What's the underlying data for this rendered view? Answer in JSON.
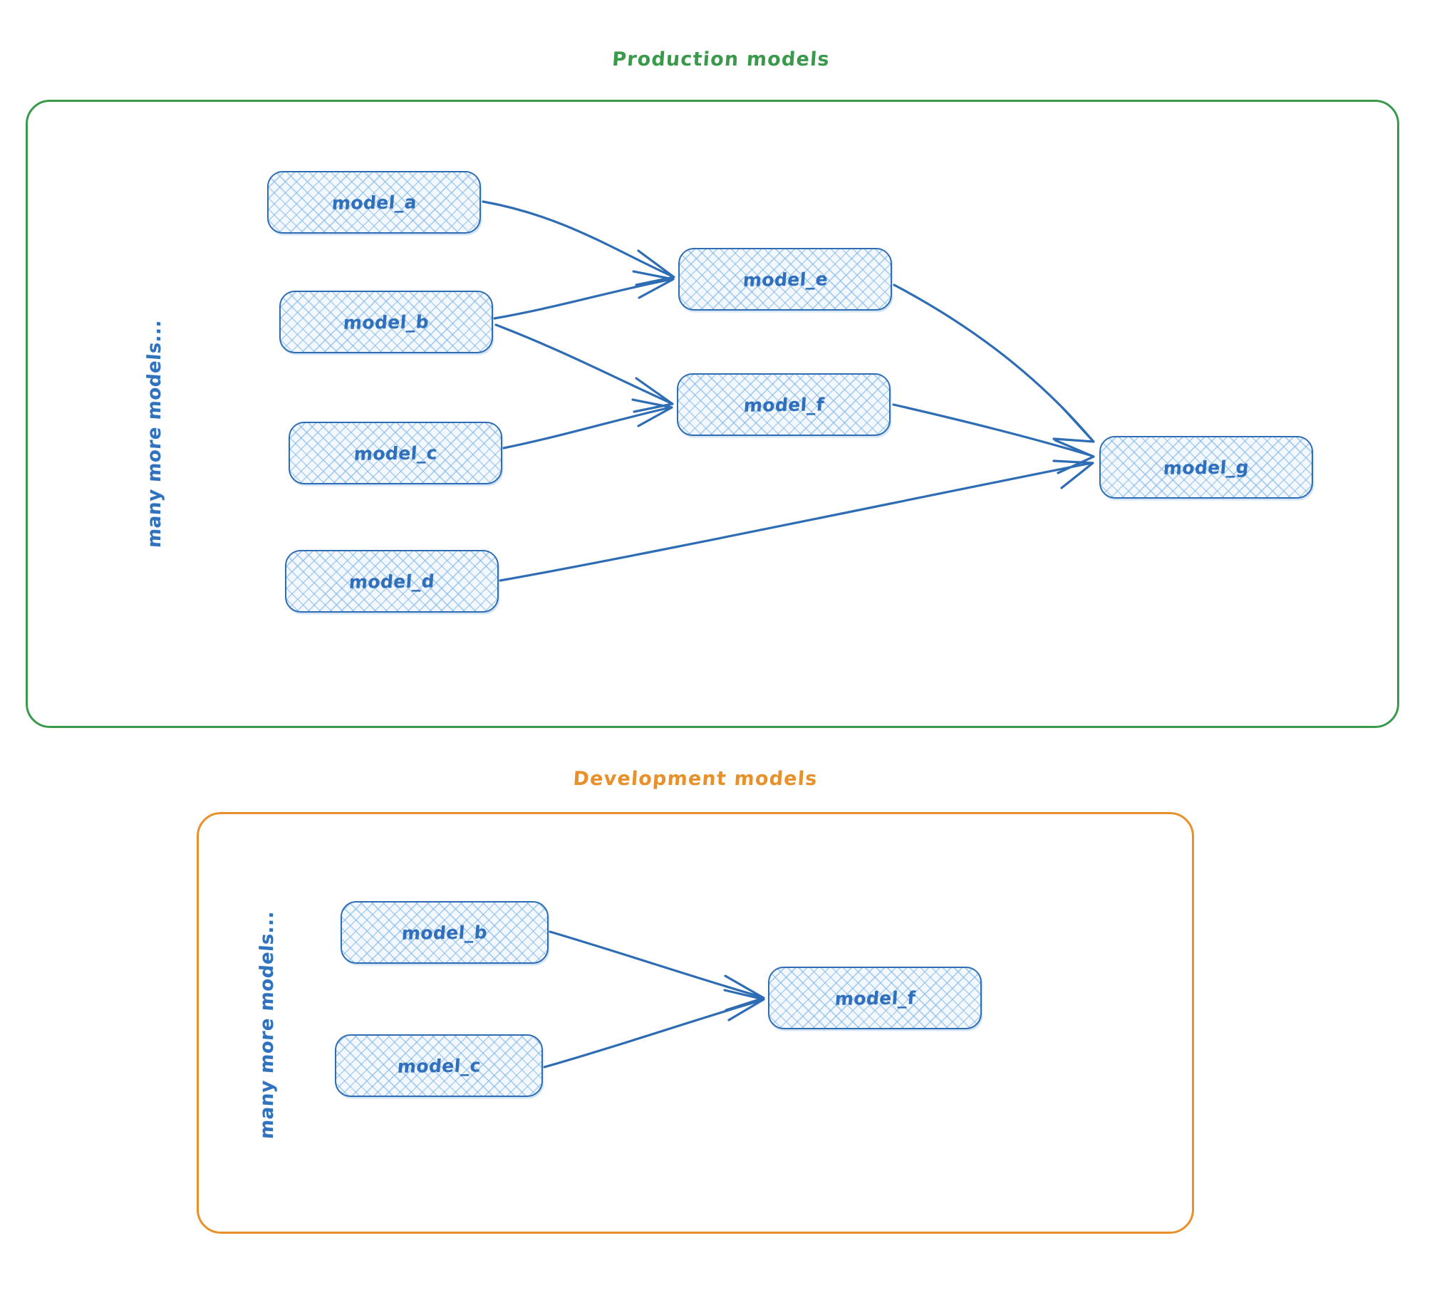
{
  "diagram": {
    "title_production": "Production models",
    "title_development": "Development models",
    "colors": {
      "production_frame": "#3a9a4b",
      "development_frame": "#e8902a",
      "node_border": "#2e6db4",
      "node_fill": "#f2f8fe",
      "node_hatch": "#7eb4e6",
      "node_text": "#2f6fbb",
      "edge": "#2e6db4"
    }
  },
  "production": {
    "title": "Production models",
    "side_note": "many more models...",
    "nodes": [
      {
        "id": "prod-model_a",
        "label": "model_a"
      },
      {
        "id": "prod-model_b",
        "label": "model_b"
      },
      {
        "id": "prod-model_c",
        "label": "model_c"
      },
      {
        "id": "prod-model_d",
        "label": "model_d"
      },
      {
        "id": "prod-model_e",
        "label": "model_e"
      },
      {
        "id": "prod-model_f",
        "label": "model_f"
      },
      {
        "id": "prod-model_g",
        "label": "model_g"
      }
    ],
    "edges": [
      {
        "from": "model_a",
        "to": "model_e"
      },
      {
        "from": "model_b",
        "to": "model_e"
      },
      {
        "from": "model_b",
        "to": "model_f"
      },
      {
        "from": "model_c",
        "to": "model_f"
      },
      {
        "from": "model_e",
        "to": "model_g"
      },
      {
        "from": "model_f",
        "to": "model_g"
      },
      {
        "from": "model_d",
        "to": "model_g"
      }
    ]
  },
  "development": {
    "title": "Development models",
    "side_note": "many more models...",
    "nodes": [
      {
        "id": "dev-model_b",
        "label": "model_b"
      },
      {
        "id": "dev-model_c",
        "label": "model_c"
      },
      {
        "id": "dev-model_f",
        "label": "model_f"
      }
    ],
    "edges": [
      {
        "from": "model_b",
        "to": "model_f"
      },
      {
        "from": "model_c",
        "to": "model_f"
      }
    ]
  }
}
